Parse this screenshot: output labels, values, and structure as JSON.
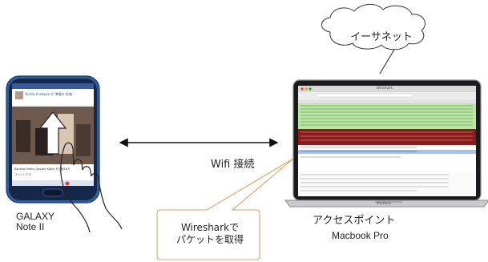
{
  "diagram": {
    "cloud_label": "イーサネット",
    "wifi_label": "Wifi 接続",
    "phone_label_line1": "GALAXY",
    "phone_label_line2": "Note II",
    "mac_role_label": "アクセスポイント",
    "mac_model_label": "Macbook Pro",
    "callout_line1": "Wiresharkで",
    "callout_line2": "パケットを取得"
  },
  "phone_screen": {
    "post_author": "Yoshio Arakawa が 準備の 投稿",
    "reaction_text": "Kanaka Hirata, Sasaku Kakui その他16人",
    "comment_text": "コメントする"
  },
  "laptop_screen": {
    "window_title": "Wireshark",
    "laptop_brand": "MacBook"
  },
  "colors": {
    "callout_border": "#e8a060",
    "phone_frame": "#2f5f9f",
    "packet_green": "#b9e7a3",
    "packet_red": "#8b1a1a",
    "packet_selected": "#9ec3f5"
  }
}
